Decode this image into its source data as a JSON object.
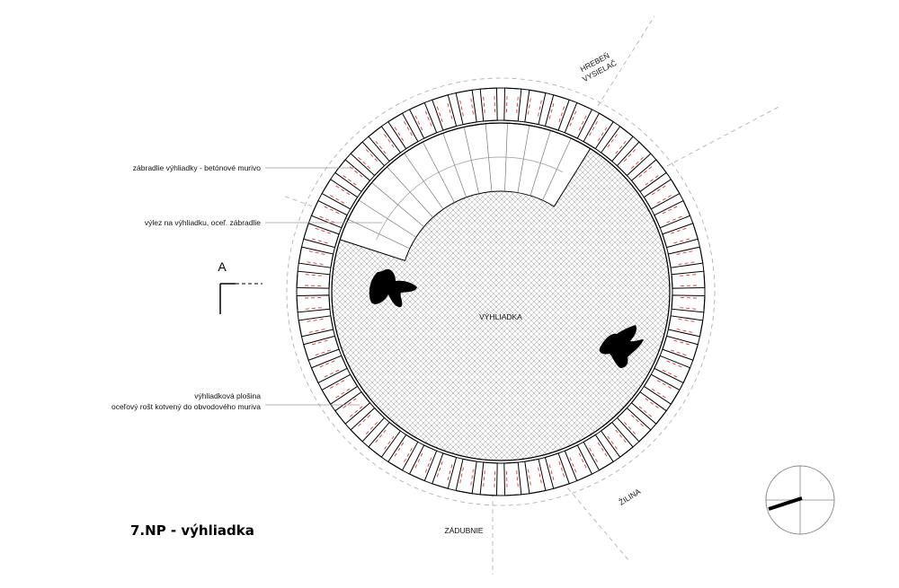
{
  "drawing": {
    "title": "7.NP - výhliadka",
    "center_label": "VÝHLIADKA",
    "section_marker": "A",
    "labels": {
      "railing": "zábradlie výhliadky - betónové murivo",
      "exit": "výlez na výhliadku, oceľ. zábradlie",
      "platform_line1": "výhliadková plošina",
      "platform_line2": "oceľový rošt kotvený do obvodového muriva"
    },
    "directions": {
      "ridge_line1": "HREBEŇ",
      "ridge_line2": "VYSIELAČ",
      "zilina": "ŽILINA",
      "zadubnie": "ZÁDUBNIE"
    },
    "colors": {
      "line": "#000000",
      "dash_red": "#e0332e",
      "leader": "#999999",
      "dashed_circle": "#aaaaaa"
    }
  }
}
